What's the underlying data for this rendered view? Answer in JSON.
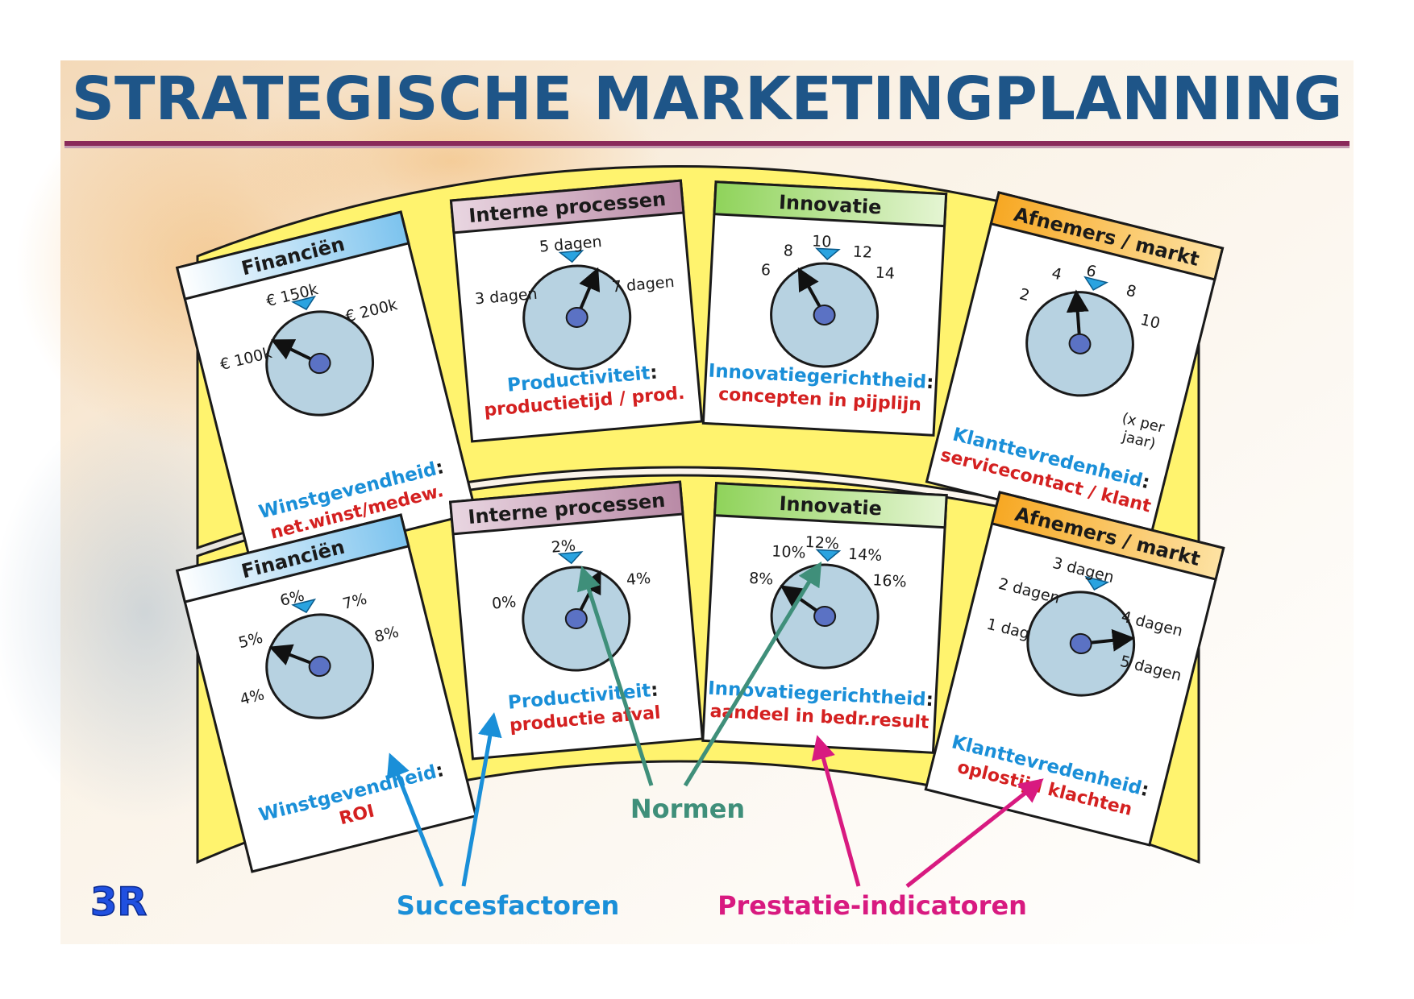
{
  "title": "STRATEGISCHE MARKETINGPLANNING",
  "logo_text": "3R",
  "colors": {
    "title": "#1e5588",
    "rule": "#8a2a5a",
    "yellow_frame": "#fff36e",
    "frame_stroke": "#1a1a1a",
    "gauge_fill": "#b7d2e1",
    "gauge_hub": "#5b72c4",
    "marker": "#2aa3e0",
    "success_blue": "#1a8fd8",
    "indicator_red": "#d42020",
    "normen_green": "#3f8f7a",
    "prestatie_pink": "#d81a80",
    "header_blue": "#a8d6f3",
    "header_mauve": "#c8a1b8",
    "header_green": "#b3e08c",
    "header_orange": "#f6b83c"
  },
  "rows": [
    {
      "panels": [
        {
          "header": "Financiën",
          "ticks": [
            "€ 100k",
            "€ 150k",
            "€ 200k"
          ],
          "factor": "Winstgevendheid",
          "indicator": "net.winst/medew."
        },
        {
          "header": "Interne processen",
          "ticks": [
            "3 dagen",
            "5 dagen",
            "7 dagen"
          ],
          "factor": "Productiviteit",
          "indicator": "productietijd / prod."
        },
        {
          "header": "Innovatie",
          "ticks": [
            "6",
            "8",
            "10",
            "12",
            "14"
          ],
          "factor": "Innovatiegerichtheid",
          "indicator": "concepten in pijplijn"
        },
        {
          "header": "Afnemers / markt",
          "ticks": [
            "2",
            "4",
            "6",
            "8",
            "10"
          ],
          "note": [
            "(x per",
            "jaar)"
          ],
          "factor": "Klanttevredenheid",
          "indicator": "servicecontact / klant"
        }
      ]
    },
    {
      "panels": [
        {
          "header": "Financiën",
          "ticks": [
            "4%",
            "5%",
            "6%",
            "7%",
            "8%"
          ],
          "factor": "Winstgevendheid",
          "indicator": "ROI"
        },
        {
          "header": "Interne processen",
          "ticks": [
            "0%",
            "2%",
            "4%"
          ],
          "factor": "Productiviteit",
          "indicator": "productie afval"
        },
        {
          "header": "Innovatie",
          "ticks": [
            "8%",
            "10%",
            "12%",
            "14%",
            "16%"
          ],
          "factor": "Innovatiegerichtheid",
          "indicator": "aandeel in bedr.result"
        },
        {
          "header": "Afnemers / markt",
          "ticks": [
            "1 dag",
            "2 dagen",
            "3 dagen",
            "4 dagen",
            "5 dagen"
          ],
          "factor": "Klanttevredenheid",
          "indicator": "oplostijd klachten"
        }
      ]
    }
  ],
  "legend": {
    "normen": "Normen",
    "succesfactoren": "Succesfactoren",
    "prestatie_indicatoren": "Prestatie-indicatoren"
  }
}
